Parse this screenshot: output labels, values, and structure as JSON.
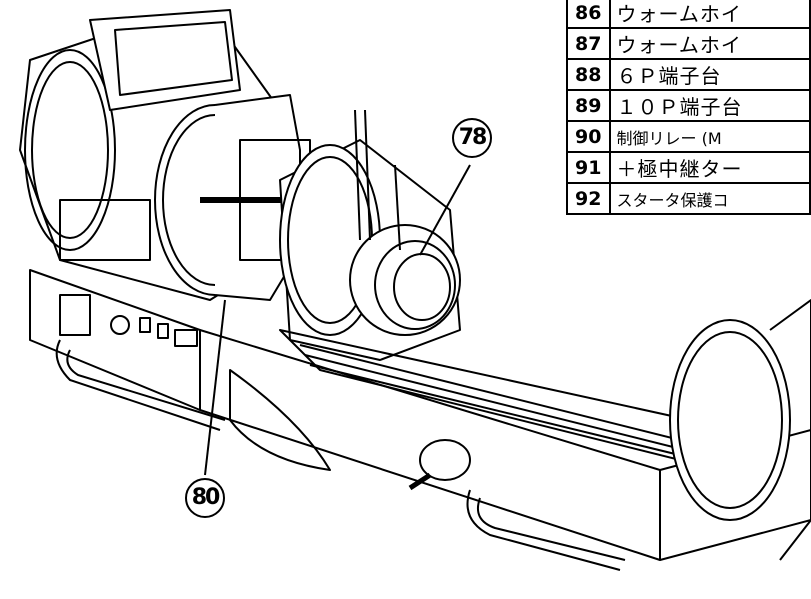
{
  "parts": [
    {
      "no": "86",
      "name": "ウォームホイ"
    },
    {
      "no": "87",
      "name": "ウォームホイ"
    },
    {
      "no": "88",
      "name": "６Ｐ端子台"
    },
    {
      "no": "89",
      "name": "１０Ｐ端子台"
    },
    {
      "no": "90",
      "name": "制御リレー (M"
    },
    {
      "no": "91",
      "name": "＋極中継ター"
    },
    {
      "no": "92",
      "name": "スタータ保護コ"
    }
  ],
  "callouts": [
    "78",
    "80"
  ]
}
